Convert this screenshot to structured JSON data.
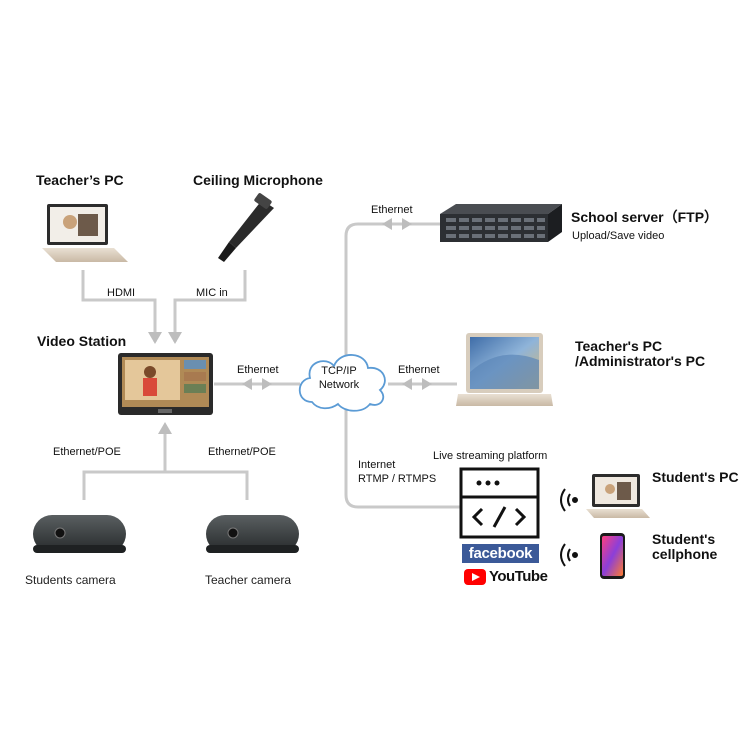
{
  "nodes": {
    "teacher_pc": "Teacher’s PC",
    "ceiling_microphone": "Ceiling Microphone",
    "video_station": "Video Station",
    "students_camera": "Students camera",
    "teacher_camera": "Teacher camera",
    "school_server": "School server（FTP）",
    "school_server_sub": "Upload/Save video",
    "teacher_admin_pc_line1": "Teacher's PC",
    "teacher_admin_pc_line2": "/Administrator's PC",
    "tcp_line1": "TCP/IP",
    "tcp_line2": "Network",
    "live_streaming": "Live streaming platform",
    "students_pc": "Student's PC",
    "students_cellphone_line1": "Student's",
    "students_cellphone_line2": "cellphone"
  },
  "links": {
    "hdmi": "HDMI",
    "mic_in": "MIC in",
    "ethernet_left": "Ethernet",
    "ethernet_poe_1": "Ethernet/POE",
    "ethernet_poe_2": "Ethernet/POE",
    "ethernet_top": "Ethernet",
    "ethernet_right": "Ethernet",
    "internet": "Internet",
    "rtmp": "RTMP / RTMPS"
  },
  "platforms": {
    "facebook": "facebook",
    "youtube": "YouTube"
  },
  "colors": {
    "connector": "#c9c9c9",
    "arrow": "#bdbdbd",
    "cloud_stroke": "#5b9bd5",
    "facebook": "#3b5998",
    "youtube": "#ff0000"
  }
}
